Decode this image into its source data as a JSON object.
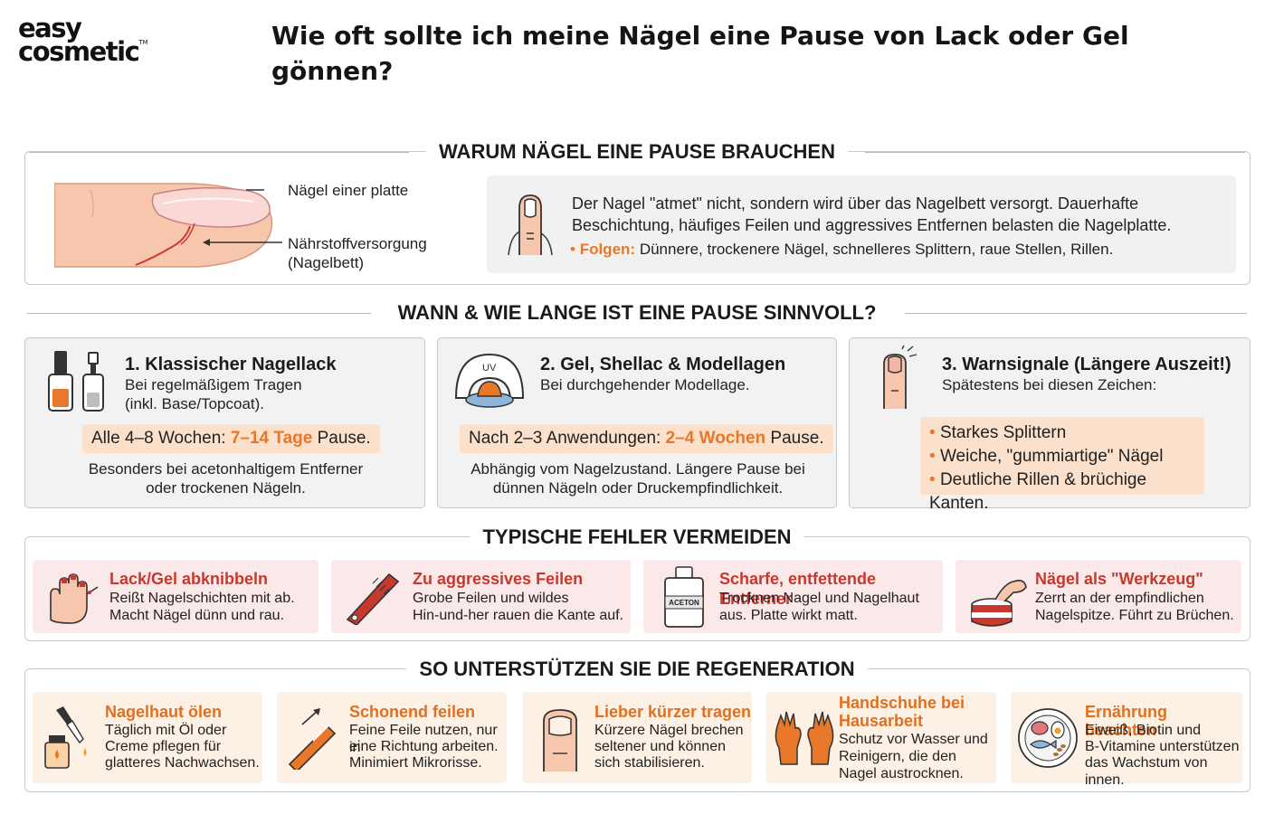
{
  "brand": {
    "line1": "easy",
    "line2": "cosmetic",
    "tm": "TM"
  },
  "title": "Wie oft sollte ich meine Nägel eine Pause von Lack oder Gel gönnen?",
  "colors": {
    "accent": "#e8772a",
    "error_title": "#c7382e",
    "pill": "#fbe1cc",
    "card_bg": "#f2f2f2"
  },
  "why": {
    "heading": "WARUM NÄGEL EINE PAUSE BRAUCHEN",
    "label_plate": "Nägel einer platte",
    "label_supply": "Nährstoffversorgung",
    "label_supply2": "(Nagelbett)",
    "text": "Der Nagel \"atmet\" nicht, sondern wird über das Nagelbett versorgt. Dauerhafte Beschichtung, häufiges Feilen und aggressives Entfernen belasten die Nagelplatte.",
    "consequence_label": "Folgen:",
    "consequence_text": "Dünnere, trockenere Nägel, schnelleres Splittern, raue Stellen, Rillen."
  },
  "when": {
    "heading": "WANN & WIE LANGE IST EINE PAUSE SINNVOLL?",
    "cards": [
      {
        "title": "1. Klassischer Nagellack",
        "sub1": "Bei regelmäßigem Tragen",
        "sub2": "(inkl. Base/Topcoat).",
        "pill_pre": "Alle 4–8 Wochen: ",
        "pill_hl": "7–14 Tage",
        "pill_post": " Pause.",
        "note1": "Besonders bei acetonhaltigem Entferner",
        "note2": "oder trockenen Nägeln."
      },
      {
        "title": "2. Gel, Shellac & Modellagen",
        "sub1": "Bei durchgehender Modellage.",
        "lamp_label": "UV",
        "pill_pre": "Nach 2–3 Anwendungen: ",
        "pill_hl": "2–4 Wochen",
        "pill_post": " Pause.",
        "note1": "Abhängig vom Nagelzustand. Längere Pause bei",
        "note2": "dünnen Nägeln oder Druckempfindlichkeit."
      },
      {
        "title": "3. Warnsignale (Längere Auszeit!)",
        "sub1": "Spätestens bei diesen Zeichen:",
        "signs": [
          "Starkes Splittern",
          "Weiche, \"gummiartige\" Nägel",
          "Deutliche Rillen & brüchige Kanten."
        ]
      }
    ]
  },
  "mistakes": {
    "heading": "TYPISCHE FEHLER VERMEIDEN",
    "items": [
      {
        "title": "Lack/Gel abknibbeln",
        "line1": "Reißt Nagelschichten mit ab.",
        "line2": "Macht Nägel dünn und rau."
      },
      {
        "title": "Zu aggressives Feilen",
        "line1": "Grobe Feilen und wildes",
        "line2": "Hin-und-her rauen die Kante auf."
      },
      {
        "title": "Scharfe, entfettende Entferner",
        "line1": "Trocknen Nagel und Nagelhaut",
        "line2": "aus. Platte wirkt matt.",
        "bottle_label": "ACETON"
      },
      {
        "title": "Nägel als \"Werkzeug\"",
        "line1": "Zerrt an der empfindlichen",
        "line2": "Nagelspitze. Führt zu Brüchen."
      }
    ]
  },
  "regen": {
    "heading": "SO UNTERSTÜTZEN SIE DIE REGENERATION",
    "items": [
      {
        "title1": "Nagelhaut ölen",
        "lines": [
          "Täglich mit Öl oder",
          "Creme pflegen für",
          "glatteres Nachwachsen."
        ]
      },
      {
        "title1": "Schonend feilen",
        "lines": [
          "Feine Feile nutzen, nur in",
          "eine Richtung arbeiten.",
          "Minimiert Mikrorisse."
        ]
      },
      {
        "title1": "Lieber kürzer tragen",
        "lines": [
          "Kürzere Nägel brechen",
          "seltener und können",
          "sich stabilisieren."
        ]
      },
      {
        "title1": "Handschuhe bei",
        "title2": "Hausarbeit",
        "lines": [
          "Schutz vor Wasser und",
          "Reinigern, die den",
          "Nagel austrocknen."
        ]
      },
      {
        "title1": "Ernährung beachten",
        "lines": [
          "Eiweiß, Biotin und",
          "B-Vitamine unterstützen",
          "das Wachstum von innen."
        ]
      }
    ]
  }
}
